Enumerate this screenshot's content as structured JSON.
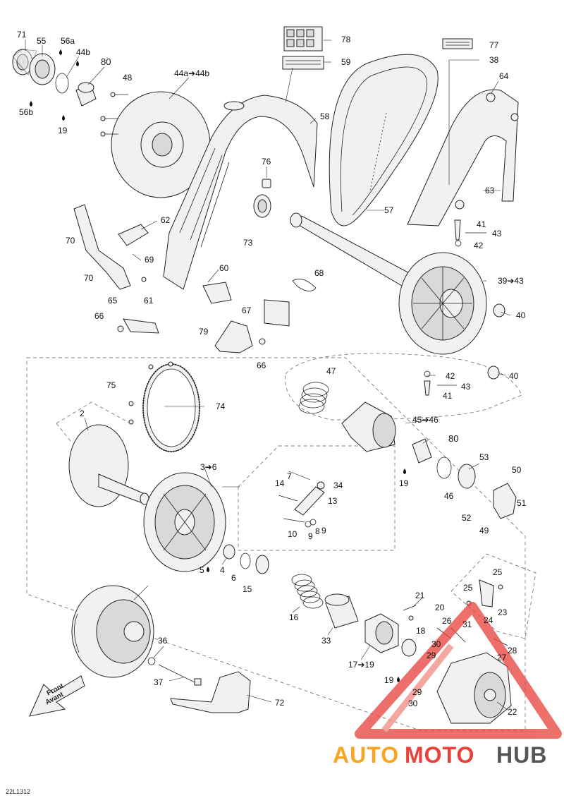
{
  "diagram": {
    "reference_code": "22L1312",
    "front_label": [
      "Front",
      "Avant"
    ],
    "watermark": {
      "brand": "AUTOMOTOHUB",
      "parts": [
        "AUTO",
        "MOTO",
        "HUB"
      ],
      "colors": [
        "#f5a623",
        "#e8403a",
        "#555555"
      ]
    },
    "callouts": [
      "71",
      "55",
      "56a",
      "44b",
      "80",
      "56b",
      "19",
      "48",
      "44a➔44b",
      "78",
      "59",
      "77",
      "38",
      "64",
      "58",
      "76",
      "73",
      "57",
      "63",
      "62",
      "70",
      "69",
      "70",
      "60",
      "61",
      "41",
      "43",
      "42",
      "39➔43",
      "68",
      "40",
      "65",
      "66",
      "67",
      "79",
      "66",
      "47",
      "42",
      "43",
      "41",
      "40",
      "75",
      "74",
      "2",
      "45➔46",
      "80",
      "19",
      "53",
      "50",
      "51",
      "46",
      "52",
      "49",
      "3➔6",
      "7",
      "14",
      "34",
      "13",
      "10",
      "9",
      "8",
      "9",
      "5",
      "4",
      "6",
      "15",
      "16",
      "33",
      "21",
      "20",
      "25",
      "25",
      "23",
      "24",
      "18",
      "26",
      "31",
      "36",
      "30",
      "29",
      "28",
      "27",
      "17➔19",
      "37",
      "19",
      "29",
      "30",
      "22",
      "72"
    ]
  }
}
